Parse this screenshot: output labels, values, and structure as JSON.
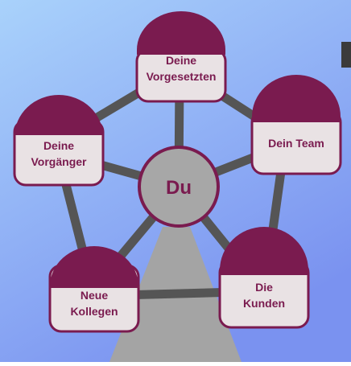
{
  "colors": {
    "background_top": "#a9d2fb",
    "background_bottom": "#7a92f0",
    "cap": "#7a1b4f",
    "box_fill": "#e9e2e4",
    "outline": "#7a1b4f",
    "text": "#7a1b4f",
    "connector": "#555555",
    "center_fill": "#a7a7a7",
    "beam": "#a4a4a4"
  },
  "center": {
    "label": "Du"
  },
  "nodes": [
    {
      "id": "vorgesetzte",
      "lines": [
        "Deine",
        "Vorgesetzten"
      ]
    },
    {
      "id": "team",
      "lines": [
        "Dein Team"
      ]
    },
    {
      "id": "kunden",
      "lines": [
        "Die",
        "Kunden"
      ]
    },
    {
      "id": "kollegen",
      "lines": [
        "Neue",
        "Kollegen"
      ]
    },
    {
      "id": "vorgaenger",
      "lines": [
        "Deine",
        "Vorgänger"
      ]
    }
  ]
}
